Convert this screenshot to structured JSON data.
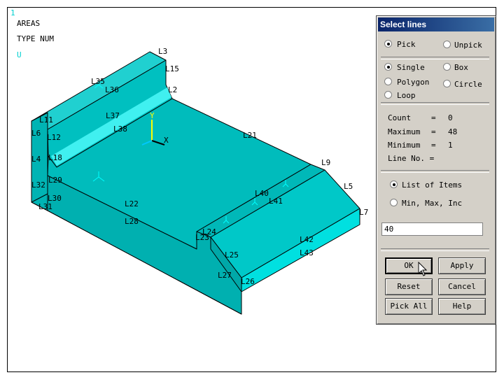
{
  "viewport": {
    "window_number": "1",
    "plot_type": "AREAS",
    "numbering": "TYPE NUM",
    "mark": "U",
    "triad": {
      "x_label": "X",
      "y_label": "Y"
    },
    "line_labels": [
      "L3",
      "L15",
      "L2",
      "L35",
      "L36",
      "L37",
      "L38",
      "L11",
      "L6",
      "L12",
      "L4",
      "L18",
      "L32",
      "L29",
      "L30",
      "L31",
      "L21",
      "L22",
      "L28",
      "L24",
      "L23",
      "L25",
      "L27",
      "L26",
      "L40",
      "L41",
      "L9",
      "L5",
      "L7",
      "L42",
      "L43"
    ]
  },
  "dialog": {
    "title": "Select lines",
    "mode": {
      "pick": "Pick",
      "unpick": "Unpick",
      "selected": "pick"
    },
    "shape": {
      "single": "Single",
      "box": "Box",
      "polygon": "Polygon",
      "circle": "Circle",
      "loop": "Loop",
      "selected": "single"
    },
    "stats": {
      "count_label": "Count",
      "count_value": "0",
      "maximum_label": "Maximum",
      "maximum_value": "48",
      "minimum_label": "Minimum",
      "minimum_value": "1",
      "line_no_label": "Line No. ="
    },
    "entry": {
      "list_of_items": "List of Items",
      "min_max_inc": "Min, Max, Inc",
      "selected": "list",
      "value": "40"
    },
    "buttons": {
      "ok": "OK",
      "apply": "Apply",
      "reset": "Reset",
      "cancel": "Cancel",
      "pick_all": "Pick All",
      "help": "Help"
    }
  }
}
